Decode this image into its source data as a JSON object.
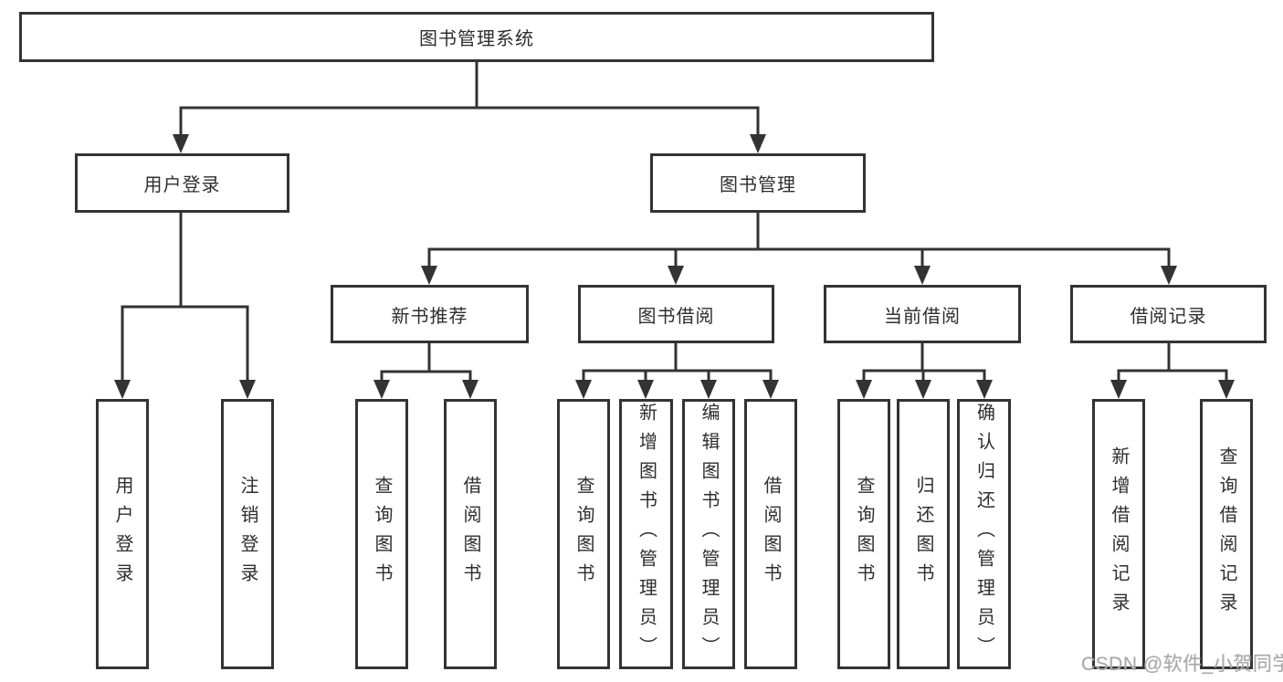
{
  "nodes": {
    "root": {
      "label": "图书管理系统"
    },
    "level2": [
      {
        "id": "user-login",
        "label": "用户登录"
      },
      {
        "id": "book-management",
        "label": "图书管理"
      }
    ],
    "level3": [
      {
        "id": "new-book-recommendation",
        "label": "新书推荐",
        "parent": "图书管理"
      },
      {
        "id": "book-borrowing",
        "label": "图书借阅",
        "parent": "图书管理"
      },
      {
        "id": "current-borrowing",
        "label": "当前借阅",
        "parent": "图书管理"
      },
      {
        "id": "borrowing-records",
        "label": "借阅记录",
        "parent": "图书管理"
      }
    ],
    "leaves": [
      {
        "id": "user-login-leaf",
        "label": "用户登录",
        "parent": "用户登录"
      },
      {
        "id": "logout",
        "label": "注销登录",
        "parent": "用户登录"
      },
      {
        "id": "recommend-query-book",
        "label": "查询图书",
        "parent": "新书推荐"
      },
      {
        "id": "recommend-borrow-book",
        "label": "借阅图书",
        "parent": "新书推荐"
      },
      {
        "id": "borrowing-query-book",
        "label": "查询图书",
        "parent": "图书借阅"
      },
      {
        "id": "borrowing-add-book-admin",
        "label": "新增图书（管理员）",
        "parent": "图书借阅"
      },
      {
        "id": "borrowing-edit-book-admin",
        "label": "编辑图书（管理员）",
        "parent": "图书借阅"
      },
      {
        "id": "borrowing-borrow-book",
        "label": "借阅图书",
        "parent": "图书借阅"
      },
      {
        "id": "current-query-book",
        "label": "查询图书",
        "parent": "当前借阅"
      },
      {
        "id": "current-return-book",
        "label": "归还图书",
        "parent": "当前借阅"
      },
      {
        "id": "current-confirm-return-admin",
        "label": "确认归还（管理员）",
        "parent": "当前借阅"
      },
      {
        "id": "records-add-record",
        "label": "新增借阅记录",
        "parent": "借阅记录"
      },
      {
        "id": "records-query-record",
        "label": "查询借阅记录",
        "parent": "借阅记录"
      }
    ]
  },
  "watermark": {
    "text": "CSDN @软件_小贺同学",
    "color": "#a9a9a9"
  },
  "colors": {
    "line": "#333333",
    "box_border": "#333333",
    "text": "#2e2e2e",
    "background": "#ffffff"
  }
}
